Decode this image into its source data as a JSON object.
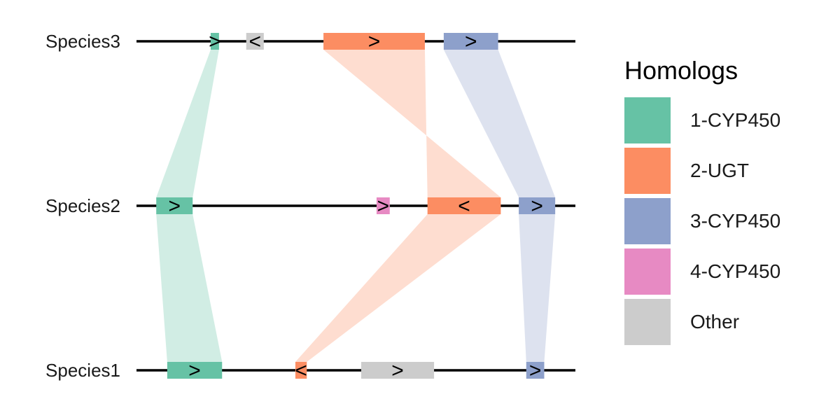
{
  "chart_data": {
    "type": "synteny",
    "x_range": [
      0,
      1000
    ],
    "tracks": [
      {
        "name": "Species3",
        "genes": [
          {
            "group": "1-CYP450",
            "start": 169,
            "end": 188,
            "strand": "+"
          },
          {
            "group": "Other",
            "start": 250,
            "end": 290,
            "strand": "-"
          },
          {
            "group": "2-UGT",
            "start": 426,
            "end": 657,
            "strand": "+"
          },
          {
            "group": "3-CYP450",
            "start": 700,
            "end": 824,
            "strand": "+"
          }
        ]
      },
      {
        "name": "Species2",
        "genes": [
          {
            "group": "1-CYP450",
            "start": 45,
            "end": 128,
            "strand": "+"
          },
          {
            "group": "4-CYP450",
            "start": 547,
            "end": 577,
            "strand": "+"
          },
          {
            "group": "2-UGT",
            "start": 663,
            "end": 830,
            "strand": "-"
          },
          {
            "group": "3-CYP450",
            "start": 871,
            "end": 954,
            "strand": "+"
          }
        ]
      },
      {
        "name": "Species1",
        "genes": [
          {
            "group": "1-CYP450",
            "start": 70,
            "end": 195,
            "strand": "+"
          },
          {
            "group": "2-UGT",
            "start": 362,
            "end": 388,
            "strand": "-"
          },
          {
            "group": "Other",
            "start": 512,
            "end": 678,
            "strand": "+"
          },
          {
            "group": "3-CYP450",
            "start": 888,
            "end": 929,
            "strand": "+"
          }
        ]
      }
    ],
    "links": [
      "1-CYP450",
      "2-UGT",
      "3-CYP450"
    ],
    "legend": {
      "title": "Homologs",
      "position": "right",
      "entries": [
        {
          "label": "1-CYP450",
          "color": "#66C2A5"
        },
        {
          "label": "2-UGT",
          "color": "#FC8D62"
        },
        {
          "label": "3-CYP450",
          "color": "#8DA0CB"
        },
        {
          "label": "4-CYP450",
          "color": "#E78AC3"
        },
        {
          "label": "Other",
          "color": "#CCCCCC"
        }
      ]
    }
  }
}
